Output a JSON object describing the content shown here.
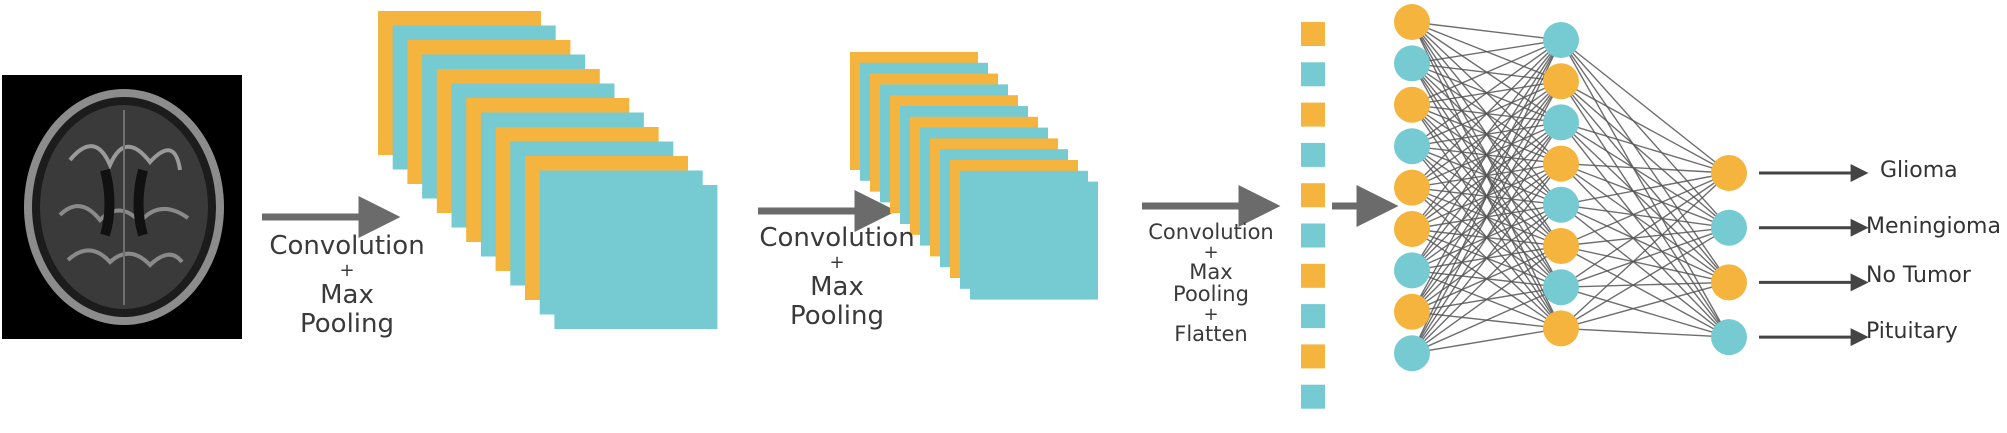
{
  "colors": {
    "orange": "#F4B43D",
    "cyan": "#75CBD1",
    "arrow": "#6B6B6B",
    "edge": "#555555",
    "text": "#3A3A3A"
  },
  "input_image": {
    "icon": "brain-mri-scan"
  },
  "stage1": {
    "line1": "Convolution",
    "plus": "+",
    "line2": "Max",
    "line3": "Pooling"
  },
  "stage2": {
    "line1": "Convolution",
    "plus": "+",
    "line2": "Max",
    "line3": "Pooling"
  },
  "stage3": {
    "line1": "Convolution",
    "plus1": "+",
    "line2": "Max",
    "line3": "Pooling",
    "plus2": "+",
    "line4": "Flatten"
  },
  "network": {
    "input_nodes": [
      "orange",
      "cyan",
      "orange",
      "cyan",
      "orange",
      "orange",
      "cyan",
      "orange",
      "cyan"
    ],
    "hidden1_nodes": [
      "cyan",
      "orange",
      "cyan",
      "orange",
      "cyan",
      "orange",
      "cyan",
      "orange"
    ],
    "output_nodes": [
      "orange",
      "cyan",
      "orange",
      "cyan"
    ]
  },
  "classes": [
    {
      "label": "Glioma"
    },
    {
      "label": "Meningioma"
    },
    {
      "label": "No Tumor"
    },
    {
      "label": "Pituitary"
    }
  ]
}
